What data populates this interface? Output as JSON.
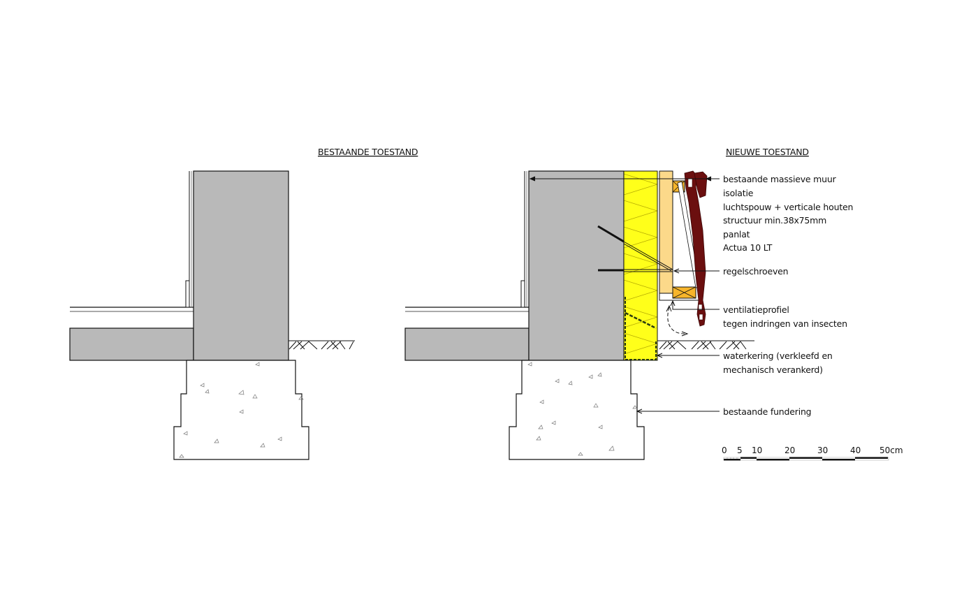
{
  "titles": {
    "left": "BESTAANDE TOESTAND",
    "right": "NIEUWE TOESTAND"
  },
  "annotations": [
    {
      "id": "muur",
      "text": "bestaande massieve muur"
    },
    {
      "id": "isolatie",
      "text": "isolatie"
    },
    {
      "id": "luchtspouw",
      "text": "luchtspouw + verticale houten"
    },
    {
      "id": "structuur",
      "text": "structuur min.38x75mm"
    },
    {
      "id": "panlat",
      "text": "panlat"
    },
    {
      "id": "actua",
      "text": "Actua 10 LT"
    },
    {
      "id": "regelschroeven",
      "text": "regelschroeven"
    },
    {
      "id": "ventilatieprofiel",
      "text": "ventilatieprofiel"
    },
    {
      "id": "insecten",
      "text": "tegen indringen van insecten"
    },
    {
      "id": "waterkering1",
      "text": "waterkering (verkleefd en"
    },
    {
      "id": "waterkering2",
      "text": "mechanisch verankerd)"
    },
    {
      "id": "fundering",
      "text": "bestaande fundering"
    }
  ],
  "scale_bar": {
    "ticks": [
      "0",
      "5",
      "10",
      "20",
      "30",
      "40",
      "50cm"
    ],
    "unit": "cm"
  },
  "colors": {
    "wall": "#b9b9b9",
    "insulation": "#ffff1a",
    "batten_light": "#fcd98a",
    "batten_dark": "#f7b52b",
    "cladding": "#6b0f0f",
    "line": "#111111"
  }
}
